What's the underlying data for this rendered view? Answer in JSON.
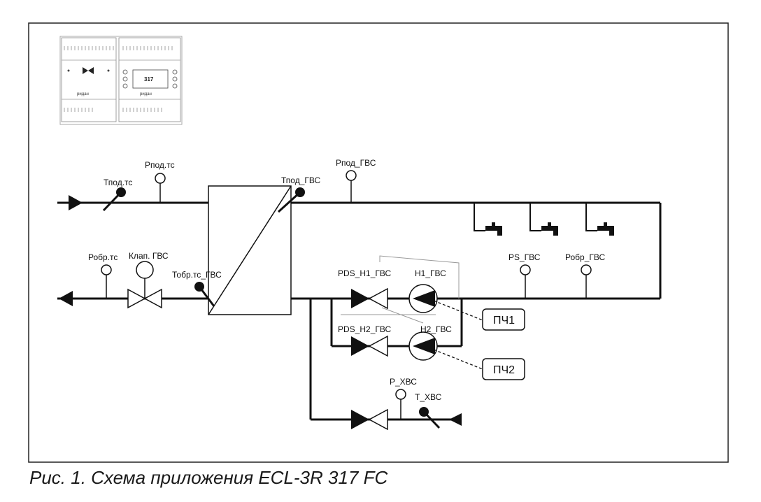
{
  "caption": "Рис. 1. Схема приложения ECL-3R 317 FC",
  "labels": {
    "p_pod_ts": "Рпод.тс",
    "t_pod_ts": "Тпод.тс",
    "p_pod_gvs": "Рпод_ГВС",
    "t_pod_gvs": "Тпод_ГВС",
    "p_obr_ts": "Робр.тс",
    "klap_gvs": "Клап. ГВС",
    "t_obr_ts_gvs": "Тобр.тс_ГВС",
    "pds_h1": "PDS_H1_ГВС",
    "h1": "Н1_ГВС",
    "pds_h2": "PDS_H2_ГВС",
    "h2": "Н2_ГВС",
    "ps_gvs": "PS_ГВС",
    "p_obr_gvs": "Робр_ГВС",
    "pch1": "ПЧ1",
    "pch2": "ПЧ2",
    "p_hvs": "Р_ХВС",
    "t_hvs": "Т_ХВС"
  },
  "controller": {
    "display_value": "317",
    "brand_left": "ридан",
    "brand_right": "ридан"
  }
}
